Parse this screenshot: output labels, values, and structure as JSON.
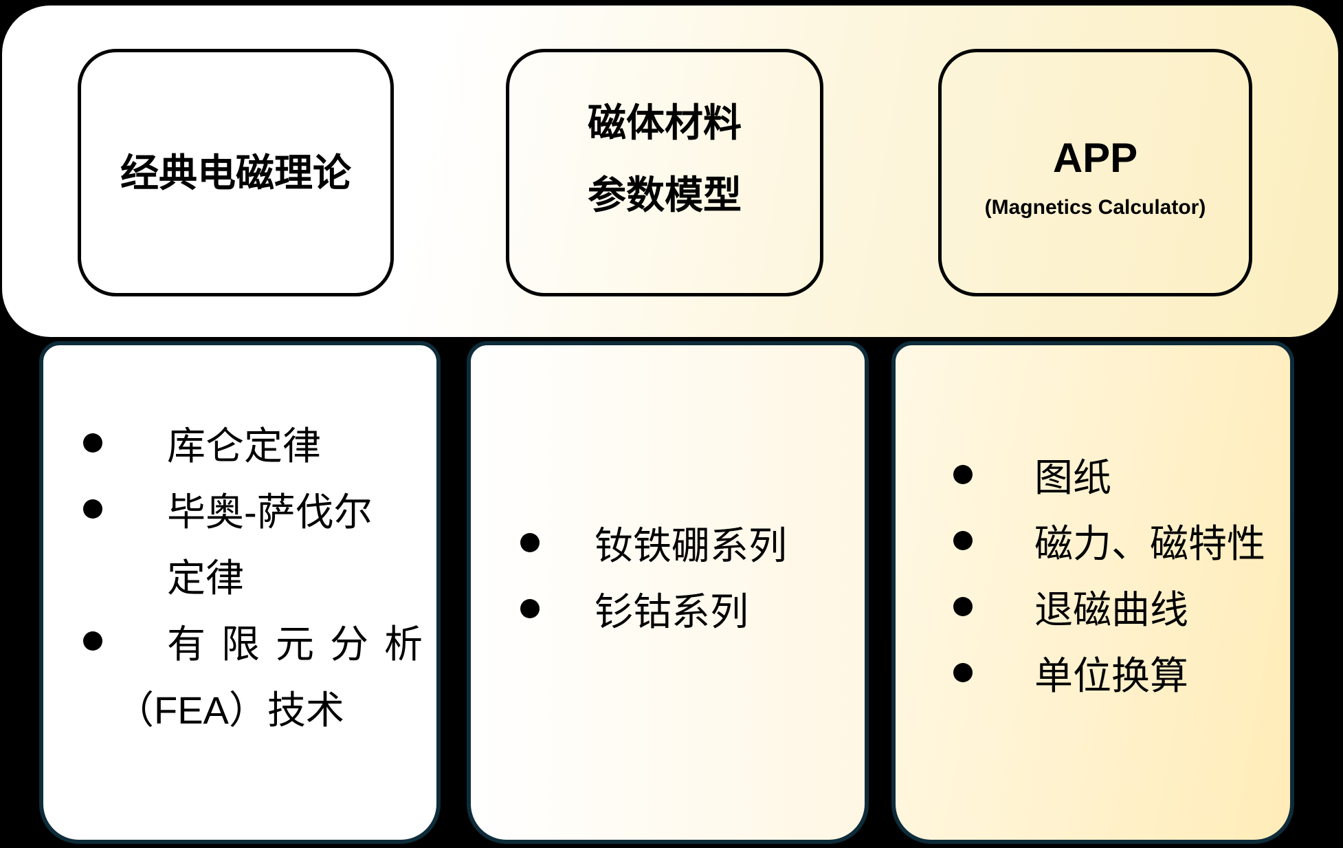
{
  "colors": {
    "background": "#000000",
    "gradient_end": "#fbeebf",
    "title_border": "#000000",
    "panel_border": "#0e2c3a",
    "panel3_end": "#ffecb8",
    "text": "#000000"
  },
  "columns": [
    {
      "header": {
        "lines": [
          "经典电磁理论"
        ]
      },
      "items": [
        {
          "text": "库仑定律"
        },
        {
          "text": "毕奥-萨伐尔"
        },
        {
          "text": "定律"
        },
        {
          "text": "有限元分析"
        },
        {
          "text": "（FEA）技术"
        }
      ]
    },
    {
      "header": {
        "lines": [
          "磁体材料",
          "参数模型"
        ]
      },
      "items": [
        {
          "text": "钕铁硼系列"
        },
        {
          "text": "钐钴系列"
        }
      ]
    },
    {
      "header": {
        "title": "APP",
        "subtitle": "(Magnetics Calculator)"
      },
      "items": [
        {
          "text": "图纸"
        },
        {
          "text": "磁力、磁特性"
        },
        {
          "text": "退磁曲线"
        },
        {
          "text": "单位换算"
        }
      ]
    }
  ]
}
